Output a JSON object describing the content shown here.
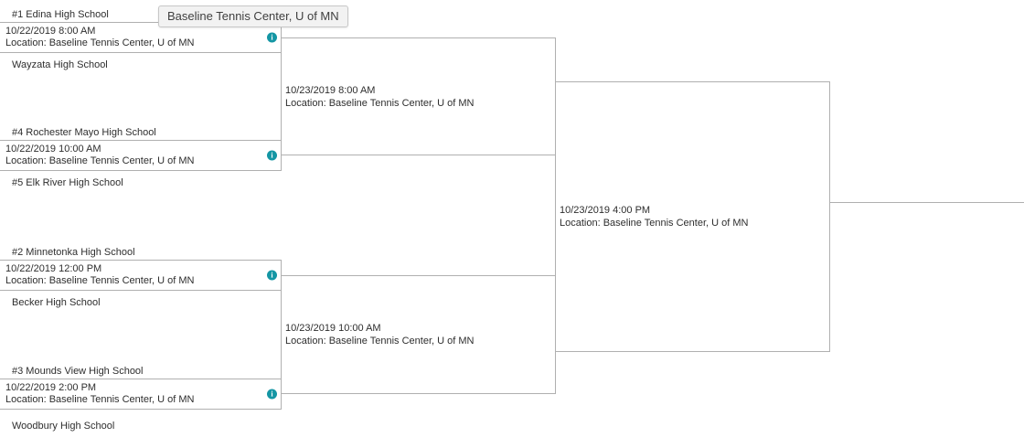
{
  "tooltip": {
    "text": "Baseline Tennis Center, U of MN"
  },
  "icons": {
    "info_glyph": "i"
  },
  "colors": {
    "accent_info": "#1496a4",
    "line": "#b0b0b0",
    "tooltip_bg": "#f2f2f2"
  },
  "rounds": {
    "round1": {
      "matches": [
        {
          "team_top": "#1 Edina High School",
          "team_bottom": "Wayzata High School",
          "datetime": "10/22/2019 8:00 AM",
          "location": "Location: Baseline Tennis Center, U of MN"
        },
        {
          "team_top": "#4 Rochester Mayo High School",
          "team_bottom": "#5 Elk River High School",
          "datetime": "10/22/2019 10:00 AM",
          "location": "Location: Baseline Tennis Center, U of MN"
        },
        {
          "team_top": "#2 Minnetonka High School",
          "team_bottom": "Becker High School",
          "datetime": "10/22/2019 12:00 PM",
          "location": "Location: Baseline Tennis Center, U of MN"
        },
        {
          "team_top": "#3 Mounds View High School",
          "team_bottom": "Woodbury High School",
          "datetime": "10/22/2019 2:00 PM",
          "location": "Location: Baseline Tennis Center, U of MN"
        }
      ]
    },
    "round2": {
      "matches": [
        {
          "datetime": "10/23/2019 8:00 AM",
          "location": "Location: Baseline Tennis Center, U of MN"
        },
        {
          "datetime": "10/23/2019 10:00 AM",
          "location": "Location: Baseline Tennis Center, U of MN"
        }
      ]
    },
    "final": {
      "matches": [
        {
          "datetime": "10/23/2019 4:00 PM",
          "location": "Location: Baseline Tennis Center, U of MN"
        }
      ]
    }
  }
}
